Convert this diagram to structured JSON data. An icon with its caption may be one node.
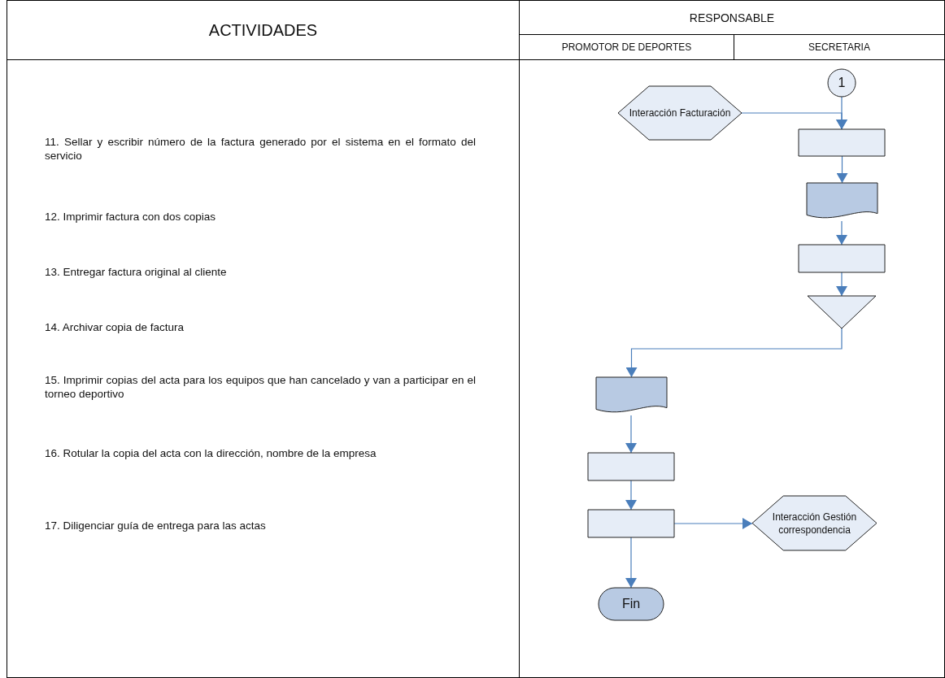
{
  "diagram": {
    "nodes": [
      {
        "text": [
          "1"
        ]
      },
      {
        "text": [
          "Interacción Facturación"
        ]
      },
      {
        "text": [],
        "shape": "box"
      },
      {
        "text": [],
        "shape": "document"
      },
      {
        "text": [],
        "shape": "box"
      },
      {
        "text": [],
        "shape": "triangle"
      },
      {
        "text": [],
        "shape": "document"
      },
      {
        "text": [],
        "shape": "box"
      },
      {
        "text": [],
        "shape": "box"
      },
      {
        "text": [
          "Interacción Gestión correspondencia"
        ]
      },
      {
        "text": [
          "Fin"
        ]
      }
    ],
    "edges": [
      {
        "from": 0,
        "to": 2,
        "arrow": "to"
      },
      {
        "from": 1,
        "to": 2,
        "arrow": "to"
      },
      {
        "from": 2,
        "to": 3,
        "arrow": "to"
      },
      {
        "from": 3,
        "to": 4,
        "arrow": "to"
      },
      {
        "from": 4,
        "to": 5,
        "arrow": "to"
      },
      {
        "from": 5,
        "to": 6,
        "arrow": "to"
      },
      {
        "from": 6,
        "to": 7,
        "arrow": "to"
      },
      {
        "from": 7,
        "to": 8,
        "arrow": "to"
      },
      {
        "from": 8,
        "to": 9,
        "arrow": "to"
      },
      {
        "from": 8,
        "to": 10,
        "arrow": "to"
      }
    ],
    "labels": [
      "ACTIVIDADES",
      "RESPONSABLE",
      "PROMOTOR DE DEPORTES",
      "SECRETARIA",
      "11. Sellar y escribir número de la factura generado por el sistema en el formato del servicio",
      "12. Imprimir factura con dos copias",
      "13. Entregar factura original al cliente",
      "14. Archivar copia de factura",
      "15. Imprimir copias del acta para los equipos que han cancelado y van a participar en el torneo deportivo",
      "16. Rotular la copia del acta con la dirección, nombre de la empresa",
      "17. Diligenciar guía de entrega para las actas"
    ]
  }
}
